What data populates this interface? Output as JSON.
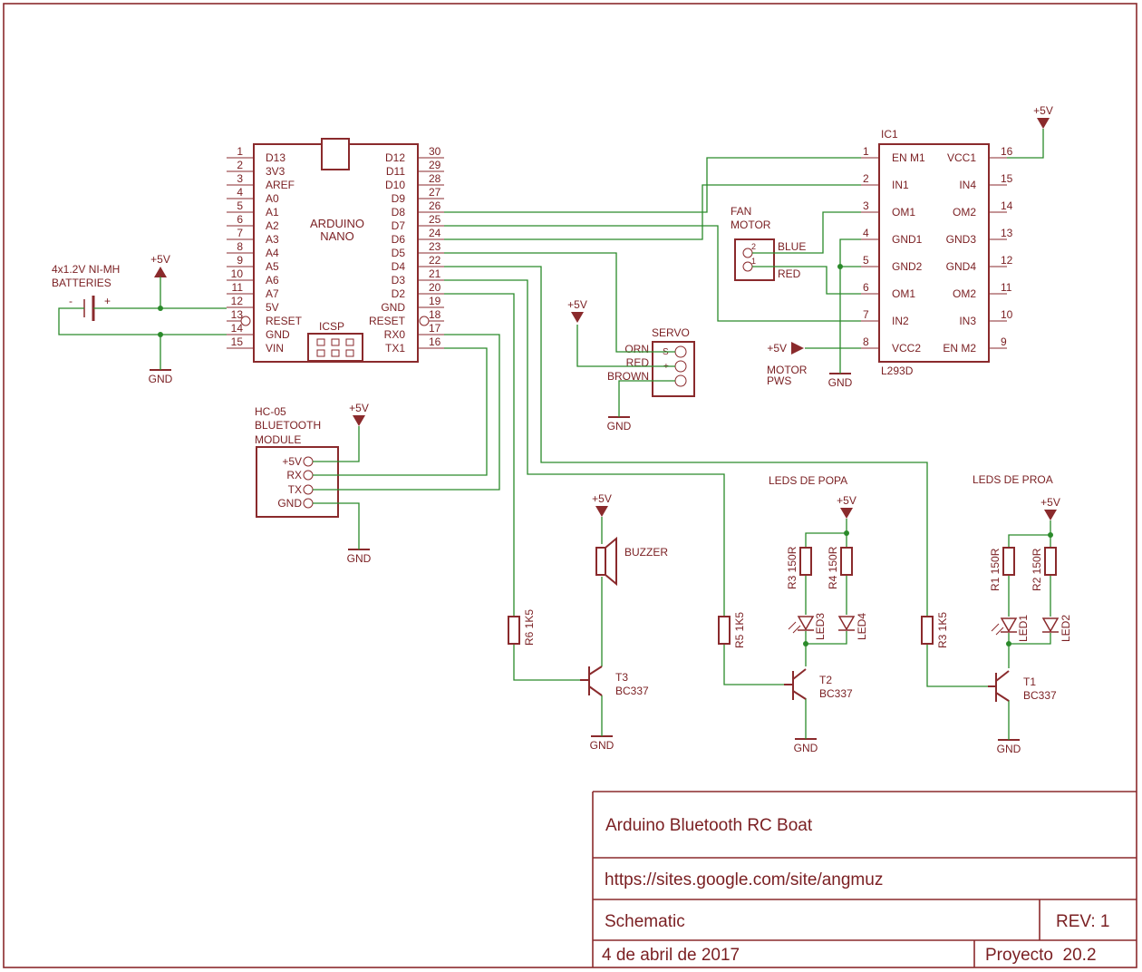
{
  "title_block": {
    "project_title": "Arduino Bluetooth RC Boat",
    "url": "https://sites.google.com/site/angmuz",
    "sheet": "Schematic",
    "revision": "REV: 1",
    "date": "4 de abril de 2017",
    "project_no": "Proyecto  20.2"
  },
  "arduino": {
    "name_line1": "ARDUINO",
    "name_line2": "NANO",
    "icsp": "ICSP",
    "left_pins": [
      {
        "num": "1",
        "label": "D13"
      },
      {
        "num": "2",
        "label": "3V3"
      },
      {
        "num": "3",
        "label": "AREF"
      },
      {
        "num": "4",
        "label": "A0"
      },
      {
        "num": "5",
        "label": "A1"
      },
      {
        "num": "6",
        "label": "A2"
      },
      {
        "num": "7",
        "label": "A3"
      },
      {
        "num": "8",
        "label": "A4"
      },
      {
        "num": "9",
        "label": "A5"
      },
      {
        "num": "10",
        "label": "A6"
      },
      {
        "num": "11",
        "label": "A7"
      },
      {
        "num": "12",
        "label": "5V"
      },
      {
        "num": "13",
        "label": "RESET"
      },
      {
        "num": "14",
        "label": "GND"
      },
      {
        "num": "15",
        "label": "VIN"
      }
    ],
    "right_pins": [
      {
        "num": "30",
        "label": "D12"
      },
      {
        "num": "29",
        "label": "D11"
      },
      {
        "num": "28",
        "label": "D10"
      },
      {
        "num": "27",
        "label": "D9"
      },
      {
        "num": "26",
        "label": "D8"
      },
      {
        "num": "25",
        "label": "D7"
      },
      {
        "num": "24",
        "label": "D6"
      },
      {
        "num": "23",
        "label": "D5"
      },
      {
        "num": "22",
        "label": "D4"
      },
      {
        "num": "21",
        "label": "D3"
      },
      {
        "num": "20",
        "label": "D2"
      },
      {
        "num": "19",
        "label": "GND"
      },
      {
        "num": "18",
        "label": "RESET"
      },
      {
        "num": "17",
        "label": "RX0"
      },
      {
        "num": "16",
        "label": "TX1"
      }
    ]
  },
  "ic1": {
    "ref": "IC1",
    "part": "L293D",
    "left_pins": [
      {
        "num": "1",
        "label": "EN M1"
      },
      {
        "num": "2",
        "label": "IN1"
      },
      {
        "num": "3",
        "label": "OM1"
      },
      {
        "num": "4",
        "label": "GND1"
      },
      {
        "num": "5",
        "label": "GND2"
      },
      {
        "num": "6",
        "label": "OM1"
      },
      {
        "num": "7",
        "label": "IN2"
      },
      {
        "num": "8",
        "label": "VCC2"
      }
    ],
    "right_pins": [
      {
        "num": "16",
        "label": "VCC1"
      },
      {
        "num": "15",
        "label": "IN4"
      },
      {
        "num": "14",
        "label": "OM2"
      },
      {
        "num": "13",
        "label": "GND3"
      },
      {
        "num": "12",
        "label": "GND4"
      },
      {
        "num": "11",
        "label": "OM2"
      },
      {
        "num": "10",
        "label": "IN3"
      },
      {
        "num": "9",
        "label": "EN M2"
      }
    ]
  },
  "battery": {
    "line1": "4x1.2V NI-MH",
    "line2": "BATTERIES",
    "minus": "-",
    "plus": "+"
  },
  "fan_motor": {
    "line1": "FAN",
    "line2": "MOTOR",
    "pin2": "2",
    "pin1": "1",
    "blue": "BLUE",
    "red": "RED"
  },
  "servo": {
    "title": "SERVO",
    "orn": "ORN",
    "red": "RED",
    "brown": "BROWN",
    "s": "S",
    "plus": "+",
    "minus": "-"
  },
  "motor_pws": {
    "line1": "MOTOR",
    "line2": "PWS"
  },
  "bluetooth": {
    "line1": "HC-05",
    "line2": "BLUETOOTH",
    "line3": "MODULE",
    "pins": [
      "+5V",
      "RX",
      "TX",
      "GND"
    ]
  },
  "buzzer": {
    "label": "BUZZER"
  },
  "popa": {
    "title": "LEDS DE POPA",
    "r3": "R3 150R",
    "r4": "R4 150R",
    "led3": "LED3",
    "led4": "LED4",
    "r5": "R5 1K5",
    "t2": "T2",
    "t2part": "BC337"
  },
  "proa": {
    "title": "LEDS DE PROA",
    "r1": "R1 150R",
    "r2": "R2 150R",
    "led1": "LED1",
    "led2": "LED2",
    "r3": "R3 1K5",
    "t1": "T1",
    "t1part": "BC337"
  },
  "buzzer_drv": {
    "r6": "R6 1K5",
    "t3": "T3",
    "t3part": "BC337"
  },
  "power": {
    "vcc": "+5V",
    "gnd": "GND"
  }
}
